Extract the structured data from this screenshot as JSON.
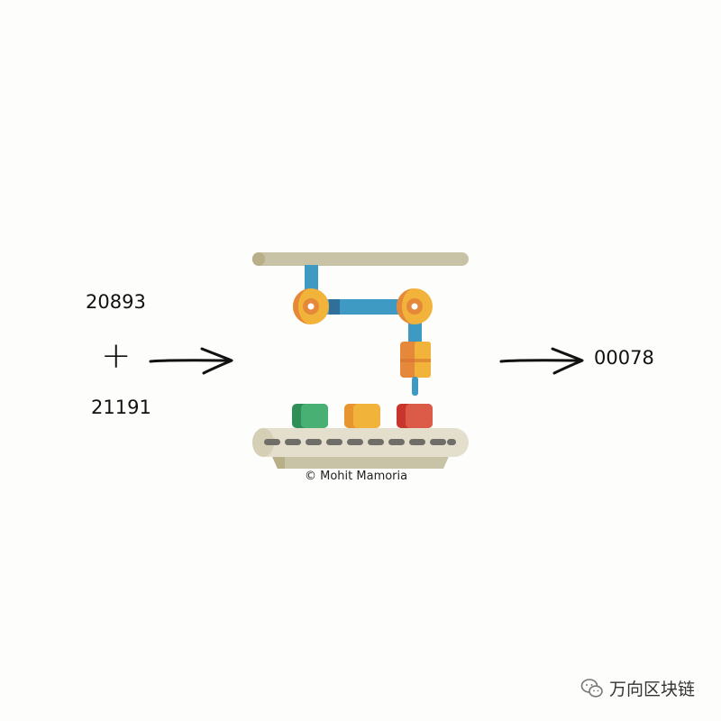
{
  "inputs": {
    "first": "20893",
    "operator": "+",
    "second": "21191"
  },
  "output": "00078",
  "credit": "© Mohit Mamoria",
  "watermark": {
    "icon": "wechat-icon",
    "text": "万向区块链"
  },
  "colors": {
    "rail": "#c8c2a6",
    "arm": "#3f9ac3",
    "joint": "#f2b33a",
    "joint_inner": "#e6883a",
    "box_green": "#3fa46a",
    "box_yellow": "#f2ae3a",
    "box_red": "#d84e3f",
    "belt": "#e3dfcc",
    "belt_slot": "#6f6e69"
  }
}
